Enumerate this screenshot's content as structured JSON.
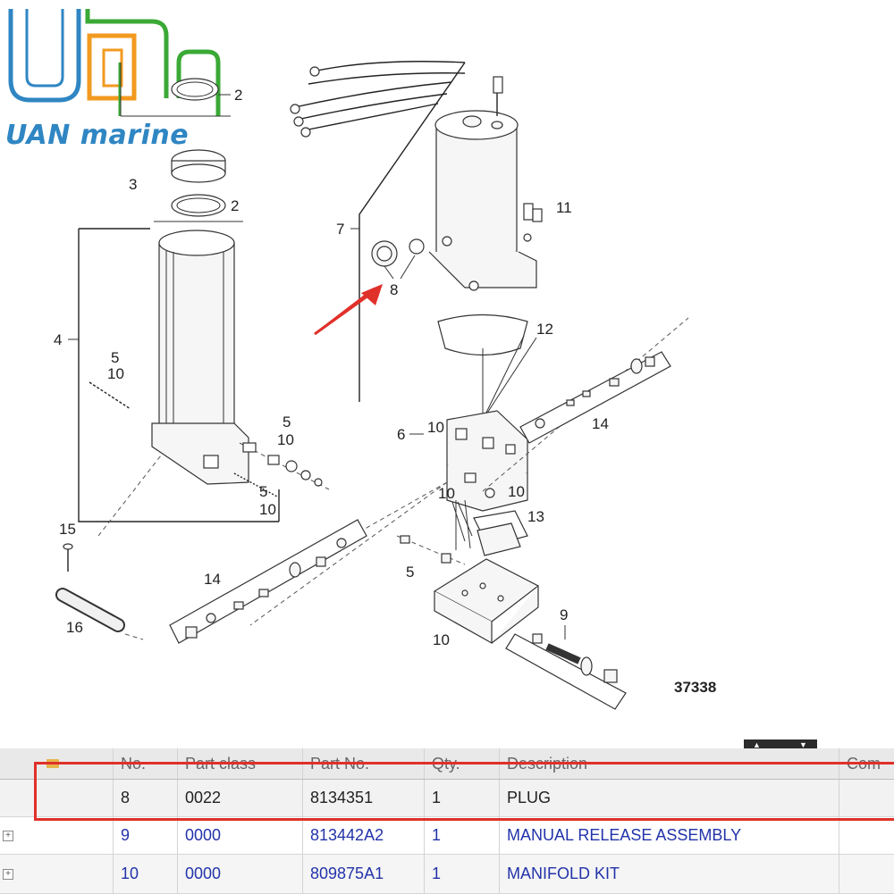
{
  "logo": {
    "word1": "UAN",
    "word2": "marine",
    "colors": {
      "blue": "#2f86c3",
      "orange": "#f29a1f",
      "green": "#3aa935"
    }
  },
  "diagram": {
    "callouts": [
      "2",
      "3",
      "2",
      "4",
      "5",
      "10",
      "5",
      "10",
      "5",
      "10",
      "7",
      "8",
      "11",
      "12",
      "6",
      "10",
      "14",
      "10",
      "10",
      "13",
      "15",
      "5",
      "14",
      "16",
      "9",
      "10"
    ],
    "reference_number": "37338",
    "arrow_color": "#e0302a"
  },
  "table": {
    "headers": [
      "",
      "No.",
      "Part class",
      "Part No.",
      "Qty.",
      "Description",
      "Com"
    ],
    "rows": [
      {
        "no": "8",
        "part_class": "0022",
        "part_no": "8134351",
        "qty": "1",
        "description": "PLUG",
        "expandable": false
      },
      {
        "no": "9",
        "part_class": "0000",
        "part_no": "813442A2",
        "qty": "1",
        "description": "MANUAL RELEASE ASSEMBLY",
        "expandable": true
      },
      {
        "no": "10",
        "part_class": "0000",
        "part_no": "809875A1",
        "qty": "1",
        "description": "MANIFOLD KIT",
        "expandable": true
      }
    ],
    "highlight_color": "#e0302a"
  },
  "icons": {
    "expander": "plus-box-icon",
    "folder": "folder-icon",
    "scroll": "scroll-arrows-icon"
  }
}
